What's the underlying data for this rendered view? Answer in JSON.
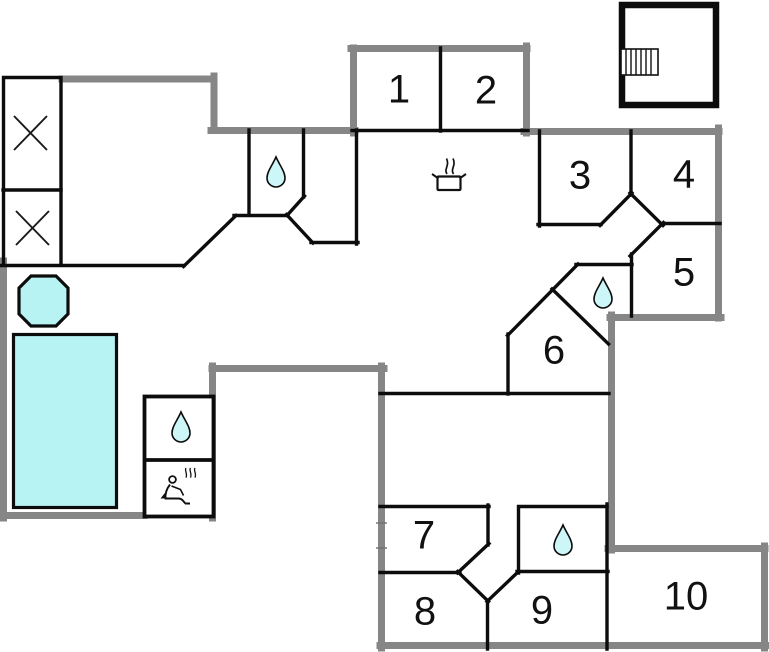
{
  "floor_plan": {
    "rooms": [
      {
        "number": "1"
      },
      {
        "number": "2"
      },
      {
        "number": "3"
      },
      {
        "number": "4"
      },
      {
        "number": "5"
      },
      {
        "number": "6"
      },
      {
        "number": "7"
      },
      {
        "number": "8"
      },
      {
        "number": "9"
      },
      {
        "number": "10"
      }
    ],
    "icons": [
      {
        "name": "water-drop",
        "meaning": "water point / bathroom",
        "count": 4
      },
      {
        "name": "cooking-pot",
        "meaning": "kitchen / stove",
        "count": 1
      },
      {
        "name": "sauna-person",
        "meaning": "sauna",
        "count": 1
      },
      {
        "name": "stairs",
        "meaning": "stairs in annex building",
        "count": 1
      },
      {
        "name": "crossed-box",
        "meaning": "wardrobe / closet",
        "count": 2
      }
    ],
    "features": [
      {
        "name": "swimming-pool"
      },
      {
        "name": "hot-tub-octagon"
      },
      {
        "name": "annex-building"
      }
    ],
    "colors": {
      "outer_wall_gray": "#868686",
      "inner_wall_black": "#0c0c0c",
      "water_fill": "#b8f3f3",
      "drop_fill": "#cdf6f8",
      "background": "#ffffff"
    }
  }
}
